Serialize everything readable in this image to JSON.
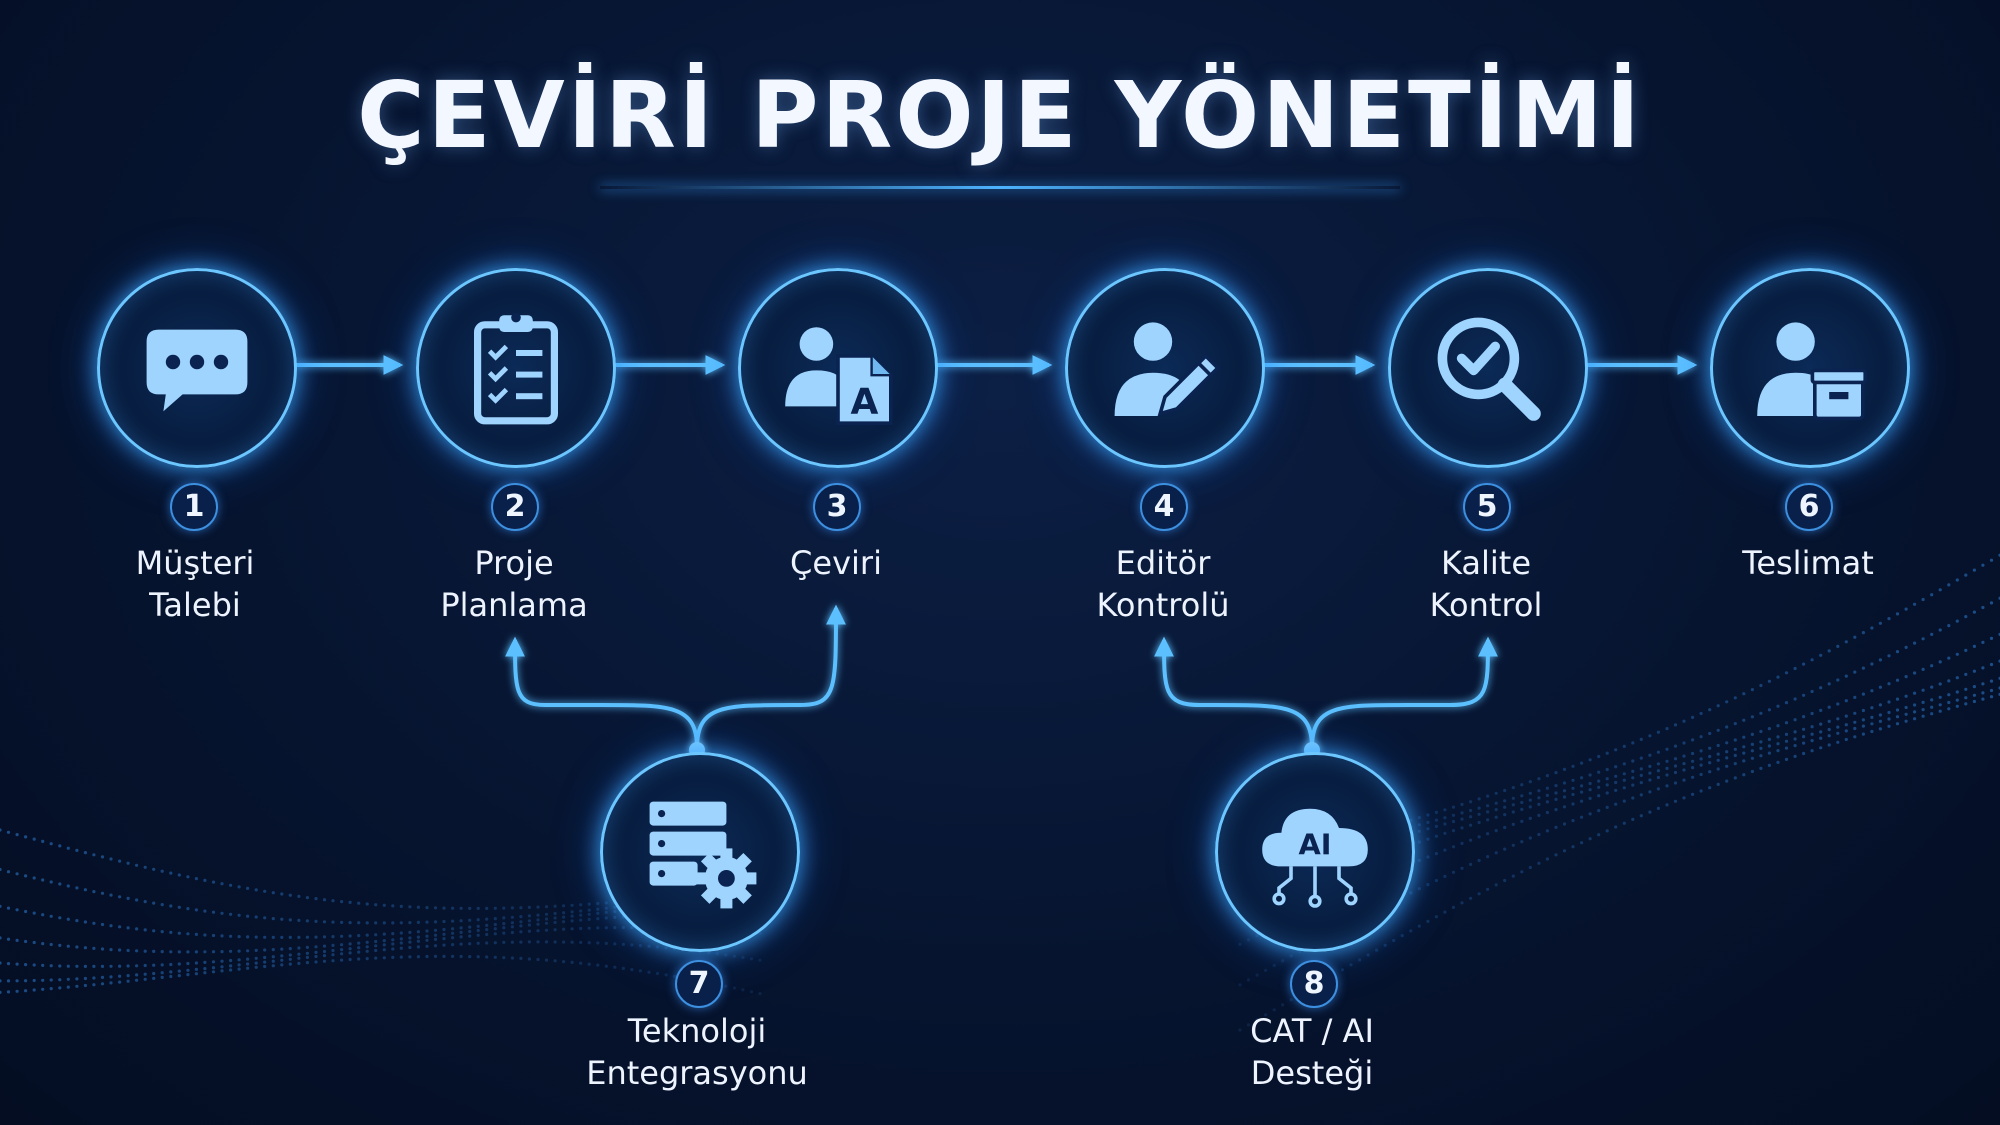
{
  "title": "ÇEVİRİ PROJE YÖNETİMİ",
  "steps": [
    {
      "number": "1",
      "line1": "Müşteri",
      "line2": "Talebi",
      "icon": "chat-bubble-icon"
    },
    {
      "number": "2",
      "line1": "Proje",
      "line2": "Planlama",
      "icon": "clipboard-checklist-icon"
    },
    {
      "number": "3",
      "line1": "Çeviri",
      "line2": "",
      "icon": "translator-document-icon"
    },
    {
      "number": "4",
      "line1": "Editör",
      "line2": "Kontrolü",
      "icon": "editor-pen-icon"
    },
    {
      "number": "5",
      "line1": "Kalite",
      "line2": "Kontrol",
      "icon": "magnifier-check-icon"
    },
    {
      "number": "6",
      "line1": "Teslimat",
      "line2": "",
      "icon": "person-package-icon"
    },
    {
      "number": "7",
      "line1": "Teknoloji",
      "line2": "Entegrasyonu",
      "icon": "server-gear-icon"
    },
    {
      "number": "8",
      "line1": "CAT / AI",
      "line2": "Desteği",
      "icon": "ai-cloud-icon"
    }
  ],
  "cloud_text": "AI",
  "doc_letter": "A",
  "colors": {
    "accent": "#4db3ff",
    "icon_fill": "#9fd4ff",
    "ring": "#6cc6ff",
    "background": "#071633"
  }
}
